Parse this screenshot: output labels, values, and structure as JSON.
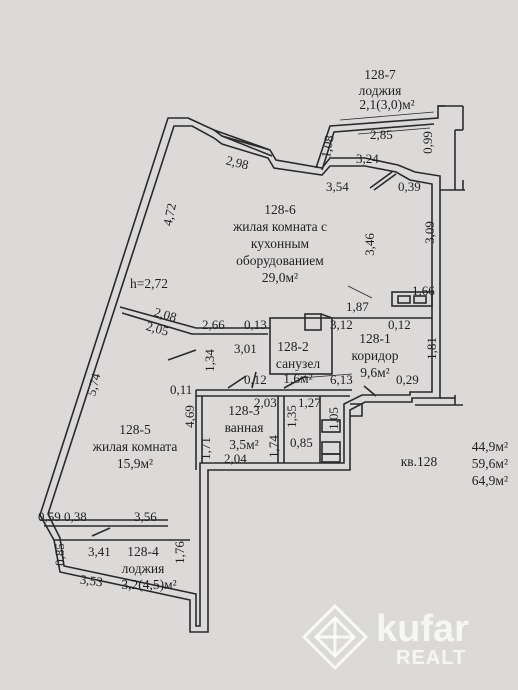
{
  "rooms": {
    "r7": {
      "number": "128-7",
      "name": "лоджия",
      "area": "2,1(3,0)м²"
    },
    "r6": {
      "number": "128-6",
      "line1": "жилая комната с",
      "line2": "кухонным",
      "line3": "оборудованием",
      "area": "29,0м²"
    },
    "r2": {
      "number": "128-2",
      "name": "санузел",
      "area": "1,6м²"
    },
    "r1": {
      "number": "128-1",
      "name": "коридор",
      "area": "9,6м²"
    },
    "r5": {
      "number": "128-5",
      "name": "жилая комната",
      "area": "15,9м²"
    },
    "r3": {
      "number": "128-3",
      "name": "ванная",
      "area": "3,5м²"
    },
    "r4": {
      "number": "128-4",
      "name": "лоджия",
      "area": "3,2(4,5)м²"
    }
  },
  "height": "h=2,72",
  "apartment": {
    "label": "кв.128",
    "area1": "44,9м²",
    "area2": "59,6м²",
    "area3": "64,9м²"
  },
  "dims": {
    "d285": "2,85",
    "d108": "1,08",
    "d099": "0,99",
    "d298": "2,98",
    "d324": "3,24",
    "d354": "3,54",
    "d039": "0,39",
    "d472": "4,72",
    "d346": "3,46",
    "d309": "3,09",
    "d166": "1,66",
    "d187": "1,87",
    "d312": "3,12",
    "d012a": "0,12",
    "d208": "2,08",
    "d205": "2,05",
    "d266": "2,66",
    "d013": "0,13",
    "d301": "3,01",
    "d181": "1,81",
    "d134": "1,34",
    "d011": "0,11",
    "d012b": "0,12",
    "d613": "6,13",
    "d029": "0,29",
    "d574": "5,74",
    "d469": "4,69",
    "d203": "2,03",
    "d135": "1,35",
    "d127": "1,27",
    "d105": "1,05",
    "d171": "1,71",
    "d174": "1,74",
    "d085a": "0,85",
    "d204": "2,04",
    "d059": "0,59",
    "d038": "0,38",
    "d356": "3,56",
    "d085b": "0,85",
    "d341": "3,41",
    "d176": "1,76",
    "d353": "3,53"
  },
  "watermark": {
    "brand": "kufar",
    "sub": "REALT"
  }
}
